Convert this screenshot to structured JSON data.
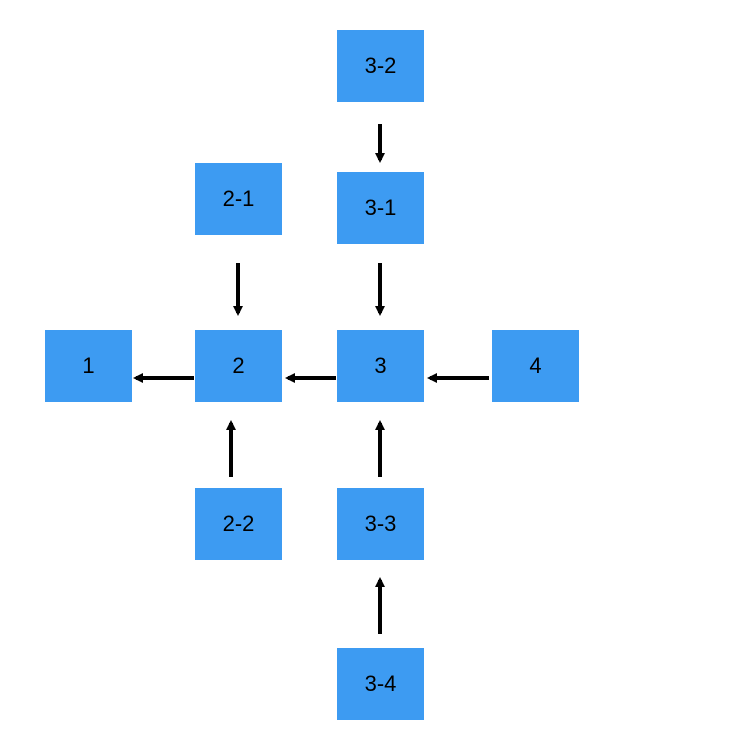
{
  "colors": {
    "node_fill": "#3d9bf2",
    "arrow": "#000000",
    "background": "#ffffff"
  },
  "nodes": {
    "n1": "1",
    "n2": "2",
    "n3": "3",
    "n4": "4",
    "n2_1": "2-1",
    "n2_2": "2-2",
    "n3_1": "3-1",
    "n3_2": "3-2",
    "n3_3": "3-3",
    "n3_4": "3-4"
  },
  "edges": [
    {
      "from": "3-2",
      "to": "3-1"
    },
    {
      "from": "2-1",
      "to": "2"
    },
    {
      "from": "3-1",
      "to": "3"
    },
    {
      "from": "2",
      "to": "1"
    },
    {
      "from": "3",
      "to": "2"
    },
    {
      "from": "4",
      "to": "3"
    },
    {
      "from": "2-2",
      "to": "2"
    },
    {
      "from": "3-3",
      "to": "3"
    },
    {
      "from": "3-4",
      "to": "3-3"
    }
  ]
}
